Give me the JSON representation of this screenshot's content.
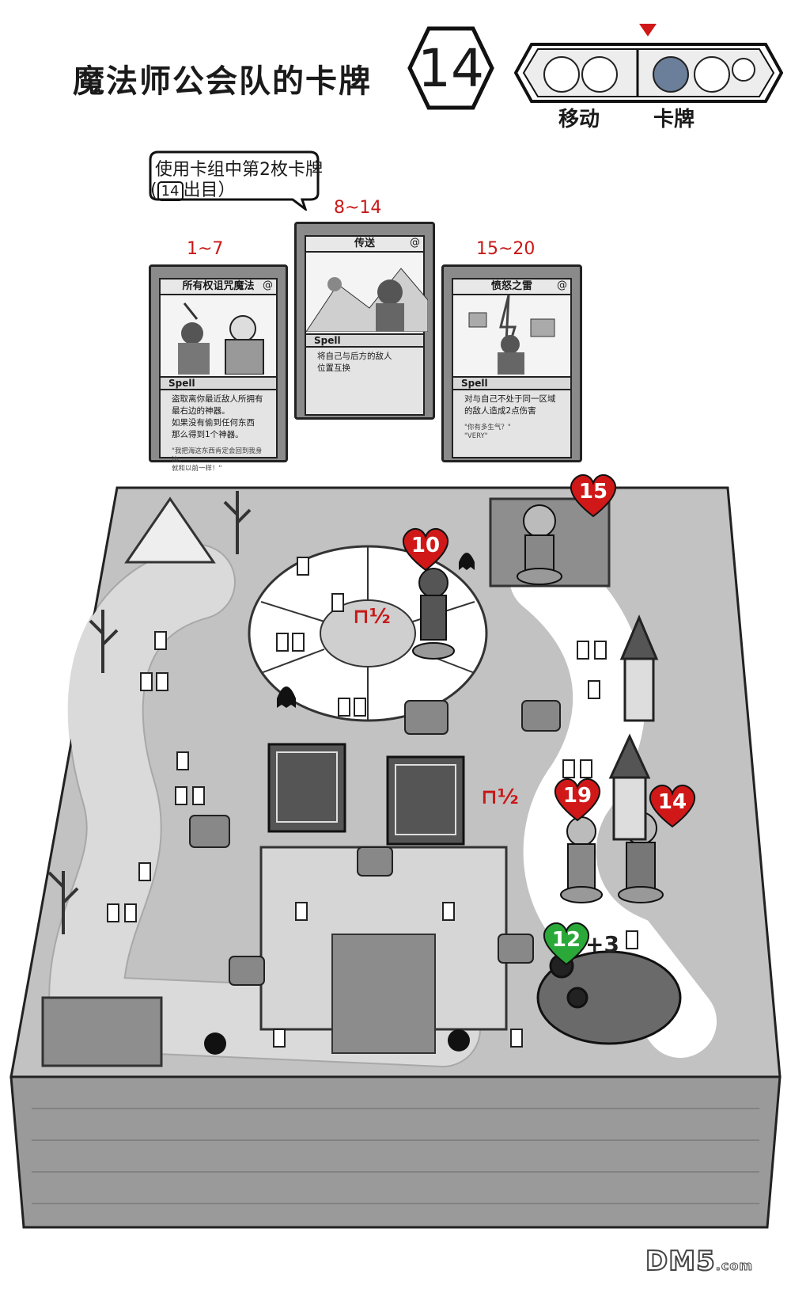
{
  "header": {
    "title": "魔法师公会队的卡牌",
    "dice_value": "14",
    "turn_labels": [
      "移动",
      "卡牌"
    ]
  },
  "speech_bubble": {
    "line1": "使用卡组中第2枚卡牌",
    "line2_prefix": "(",
    "line2_dice": "14",
    "line2_suffix": "出目）"
  },
  "cards": [
    {
      "range": "1~7",
      "title": "所有权诅咒魔法",
      "type": "Spell",
      "body": [
        "盗取离你最近敌人所拥有",
        "最右边的神器。",
        "如果没有偷到任何东西",
        "那么得到1个神器。"
      ],
      "flavor": [
        "\"我把海这东西肯定会回到我身边，",
        "就和以前一样！\""
      ]
    },
    {
      "range": "8~14",
      "title": "传送",
      "type": "Spell",
      "body": [
        "将自己与后方的敌人",
        "位置互换"
      ],
      "flavor": []
    },
    {
      "range": "15~20",
      "title": "愤怒之雷",
      "type": "Spell",
      "body": [
        "对与自己不处于同一区域",
        "的敌人造成2点伤害"
      ],
      "flavor": [
        "\"你有多生气？\"",
        "\"VERY\""
      ]
    }
  ],
  "board": {
    "hearts": [
      {
        "value": "15",
        "color": "#d01818"
      },
      {
        "value": "10",
        "color": "#d01818"
      },
      {
        "value": "19",
        "color": "#d01818"
      },
      {
        "value": "14",
        "color": "#d01818"
      },
      {
        "value": "12",
        "color": "#2aa838"
      }
    ],
    "move_costs": [
      "½",
      "½"
    ],
    "bonus": "+3"
  },
  "watermark": {
    "main": "DM5",
    "suffix": ".com"
  },
  "colors": {
    "accent_red": "#d01818",
    "heal_green": "#2aa838",
    "board_grey": "#b8b8b8"
  }
}
